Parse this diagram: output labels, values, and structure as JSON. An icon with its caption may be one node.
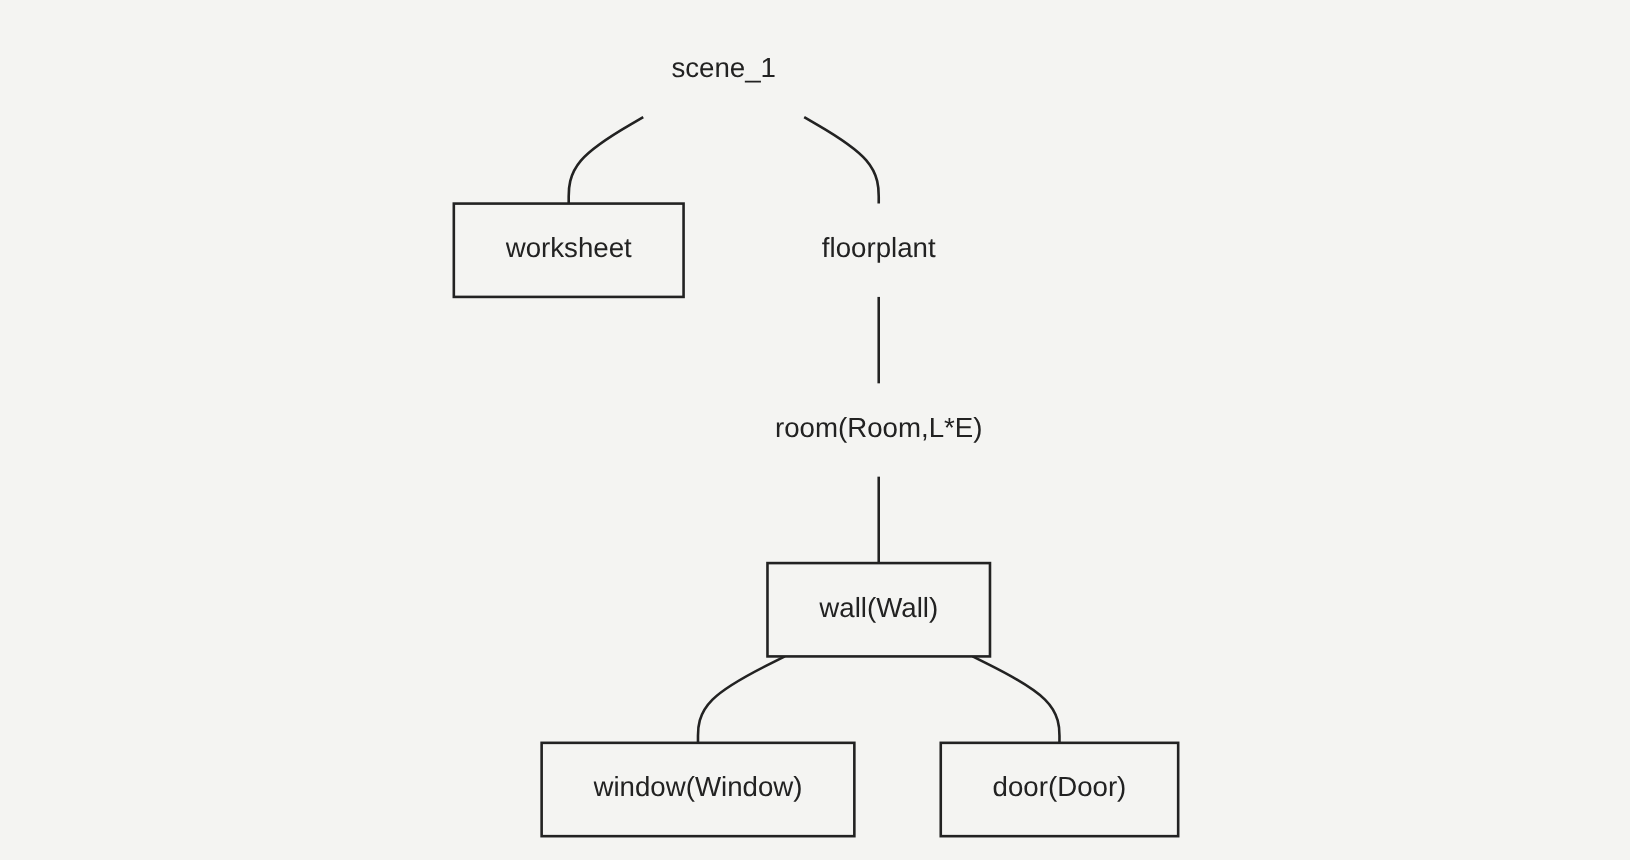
{
  "diagram": {
    "nodes": [
      {
        "text": [
          "scene_1"
        ]
      },
      {
        "text": [
          "worksheet"
        ]
      },
      {
        "text": [
          "floorplant"
        ]
      },
      {
        "text": [
          "room(Room,L*E)"
        ]
      },
      {
        "text": [
          "wall(Wall)"
        ]
      },
      {
        "text": [
          "window(Window)"
        ]
      },
      {
        "text": [
          "door(Door)"
        ]
      }
    ],
    "edges": [
      {
        "from": 0,
        "to": 1,
        "arrow": "none"
      },
      {
        "from": 0,
        "to": 2,
        "arrow": "none"
      },
      {
        "from": 2,
        "to": 3,
        "arrow": "none"
      },
      {
        "from": 3,
        "to": 4,
        "arrow": "none"
      },
      {
        "from": 4,
        "to": 5,
        "arrow": "none"
      },
      {
        "from": 4,
        "to": 6,
        "arrow": "none"
      }
    ]
  }
}
